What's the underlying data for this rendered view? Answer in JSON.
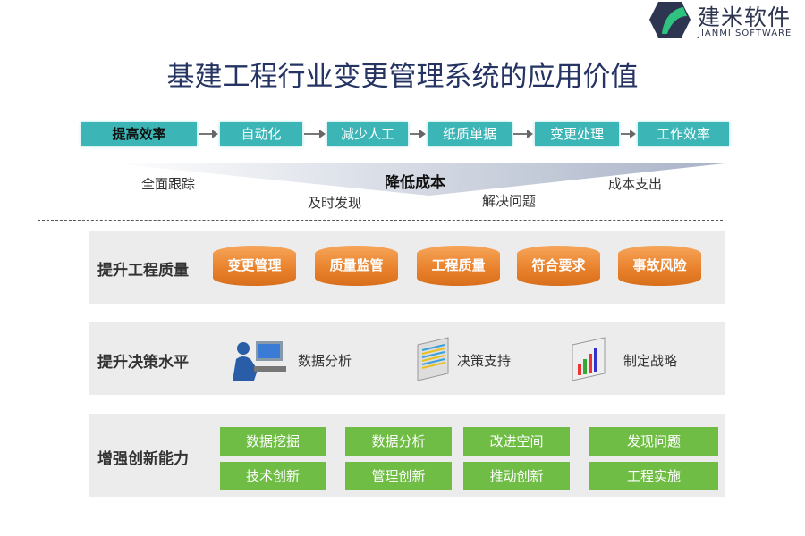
{
  "logo": {
    "name_cn": "建米软件",
    "name_en": "JIANMI SOFTWARE"
  },
  "title": "基建工程行业变更管理系统的应用价值",
  "efficiency_flow": [
    "提高效率",
    "自动化",
    "减少人工",
    "纸质单据",
    "变更处理",
    "工作效率"
  ],
  "cost": {
    "center": "降低成本",
    "labels": [
      "全面跟踪",
      "及时发现",
      "解决问题",
      "成本支出"
    ]
  },
  "quality": {
    "label": "提升工程质量",
    "items": [
      "变更管理",
      "质量监管",
      "工程质量",
      "符合要求",
      "事故风险"
    ]
  },
  "decision": {
    "label": "提升决策水平",
    "items": [
      "数据分析",
      "决策支持",
      "制定战略"
    ]
  },
  "innovation": {
    "label": "增强创新能力",
    "items": [
      "数据挖掘",
      "数据分析",
      "改进空间",
      "发现问题",
      "技术创新",
      "管理创新",
      "推动创新",
      "工程实施"
    ]
  },
  "colors": {
    "teal": "#3bb5b5",
    "orange": "#e8802a",
    "green": "#6fbd44",
    "navy": "#253463"
  }
}
